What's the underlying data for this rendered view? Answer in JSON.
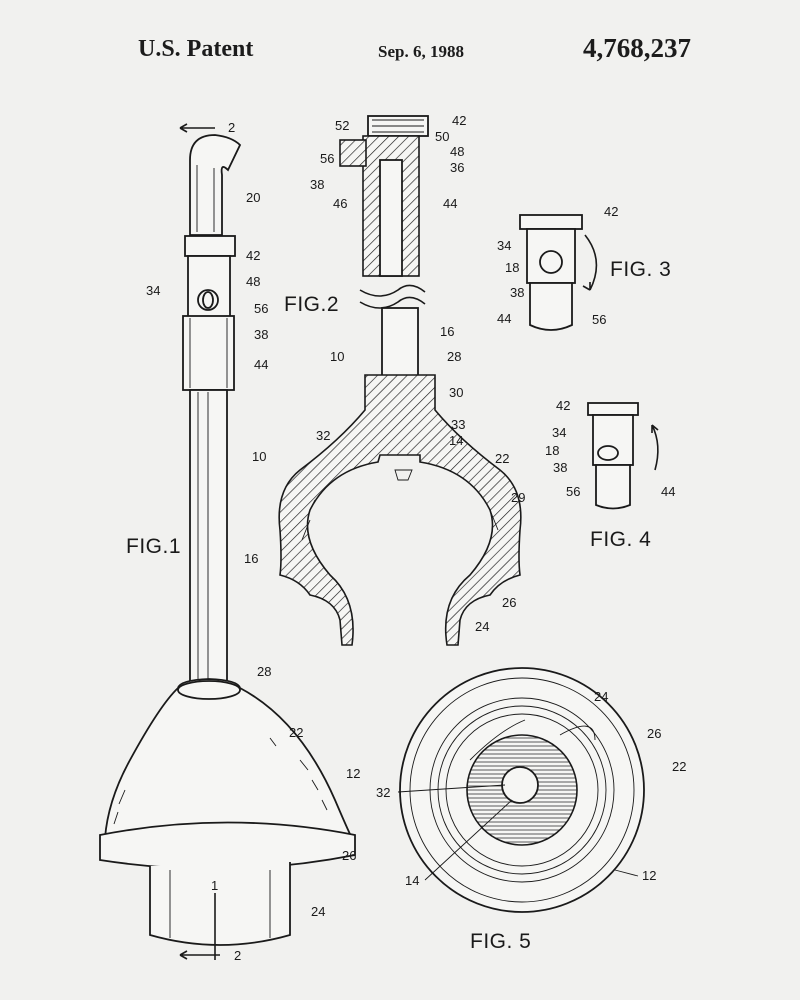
{
  "header": {
    "title": "U.S. Patent",
    "date": "Sep. 6, 1988",
    "number": "4,768,237"
  },
  "figures": {
    "fig1": {
      "label": "FIG.1",
      "refs": [
        "2",
        "20",
        "42",
        "48",
        "34",
        "56",
        "38",
        "44",
        "10",
        "16",
        "28",
        "22",
        "12",
        "26",
        "1",
        "24",
        "2"
      ]
    },
    "fig2": {
      "label": "FIG.2",
      "refs": [
        "42",
        "52",
        "50",
        "48",
        "56",
        "36",
        "38",
        "46",
        "44",
        "16",
        "10",
        "28",
        "30",
        "33",
        "32",
        "14",
        "22",
        "29",
        "26",
        "24"
      ]
    },
    "fig3": {
      "label": "FIG. 3",
      "refs": [
        "42",
        "34",
        "18",
        "38",
        "44",
        "56"
      ]
    },
    "fig4": {
      "label": "FIG. 4",
      "refs": [
        "42",
        "34",
        "18",
        "38",
        "56",
        "44"
      ]
    },
    "fig5": {
      "label": "FIG. 5",
      "refs": [
        "24",
        "26",
        "22",
        "32",
        "14",
        "12"
      ]
    }
  }
}
